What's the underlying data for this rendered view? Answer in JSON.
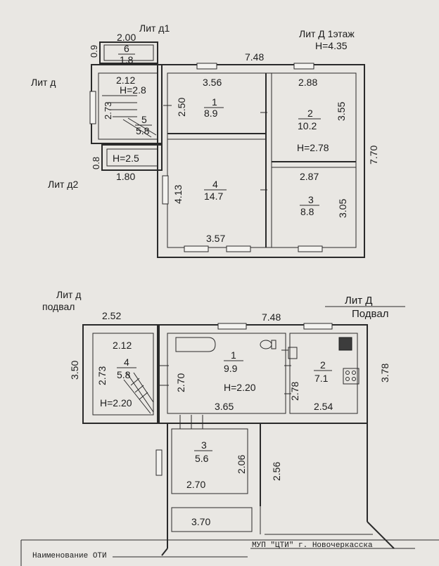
{
  "top_plan": {
    "labels": {
      "lit_d1": "Лит д1",
      "lit_D_title": "Лит Д 1этаж",
      "height_main": "H=4.35",
      "lit_d": "Лит д",
      "lit_d2": "Лит д2"
    },
    "dims": {
      "d1_width": "2.00",
      "d1_height": "0.9",
      "width_total": "7.48",
      "d_width": "2.12",
      "d_stair_h": "2.73",
      "r1_width": "3.56",
      "r1_height": "2.50",
      "r2_width": "2.88",
      "r2_height": "3.55",
      "total_height": "7.70",
      "d2_height": "0.8",
      "d2_width": "1.80",
      "r3_width": "2.87",
      "r4_height": "4.13",
      "r3_height": "3.05",
      "bottom_width": "3.57"
    },
    "rooms": {
      "r6_num": "6",
      "r6_area": "1.8",
      "d_height": "H=2.8",
      "r5_num": "5",
      "r5_area": "5.8",
      "d2_h": "H=2.5",
      "r1_num": "1",
      "r1_area": "8.9",
      "r2_num": "2",
      "r2_area": "10.2",
      "r2_h": "H=2.78",
      "r4_num": "4",
      "r4_area": "14.7",
      "r3_num": "3",
      "r3_area": "8.8"
    }
  },
  "bottom_plan": {
    "labels": {
      "lit_d_podval_1": "Лит д",
      "lit_d_podval_2": "подвал",
      "lit_D": "Лит Д",
      "podval": "Подвал"
    },
    "dims": {
      "left_width": "2.52",
      "width_total": "7.48",
      "left_height": "3.50",
      "r4_width": "2.12",
      "r4_height": "2.73",
      "r1_height": "2.70",
      "r1_width": "3.65",
      "r2_height": "2.78",
      "r2_width": "2.54",
      "right_height": "3.78",
      "r3_height": "2.06",
      "corridor_height": "2.56",
      "r3_width": "2.70",
      "bottom_width": "3.70"
    },
    "rooms": {
      "r4_num": "4",
      "r4_area": "5.8",
      "r4_h": "H=2.20",
      "r1_num": "1",
      "r1_area": "9.9",
      "r1_h": "H=2.20",
      "r2_num": "2",
      "r2_area": "7.1",
      "r3_num": "3",
      "r3_area": "5.6"
    }
  },
  "footer": {
    "name_label": "Наименование ОТИ",
    "org": "МУП \"ЦТИ\" г. Новочеркасска"
  }
}
